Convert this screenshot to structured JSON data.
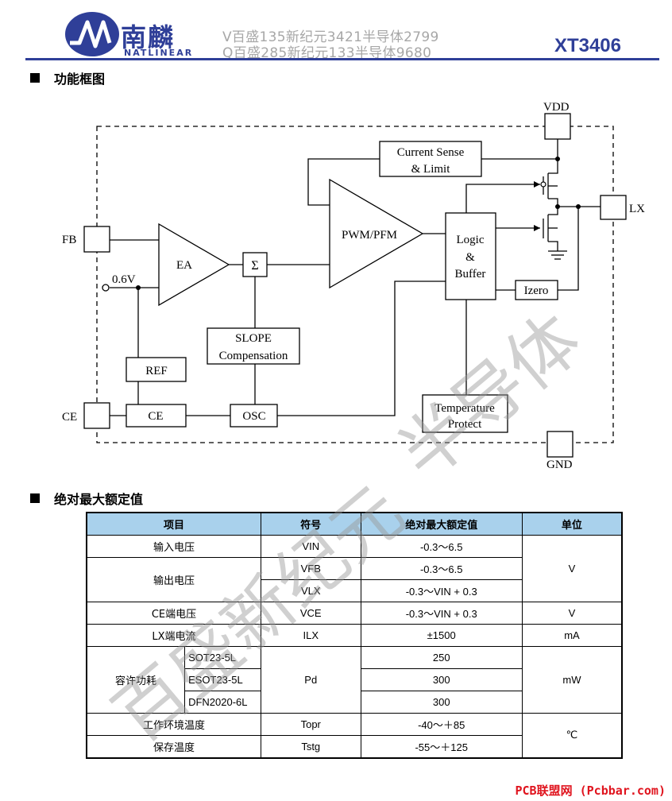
{
  "header": {
    "brand_cn": "南麟",
    "brand_en": "NATLINEAR",
    "promo_line1": "V百盛135新纪元3421半导体2799",
    "promo_line2": "Q百盛285新纪元133半导体9680",
    "part_number": "XT3406",
    "accent_color": "#2f3f98"
  },
  "section1": {
    "title": "功能框图"
  },
  "diagram": {
    "vdd": "VDD",
    "lx": "LX",
    "fb": "FB",
    "ce_pin": "CE",
    "gnd": "GND",
    "vref": "0.6V",
    "current_sense_1": "Current Sense",
    "current_sense_2": "& Limit",
    "pwm": "PWM/PFM",
    "ea": "EA",
    "sum": "Σ",
    "logic_1": "Logic",
    "logic_2": "&",
    "logic_3": "Buffer",
    "izero": "Izero",
    "slope_1": "SLOPE",
    "slope_2": "Compensation",
    "ref": "REF",
    "ce_block": "CE",
    "osc": "OSC",
    "temp_1": "Temperature",
    "temp_2": "Protect"
  },
  "section2": {
    "title": "绝对最大额定值"
  },
  "table": {
    "headers": [
      "项目",
      "符号",
      "绝对最大额定值",
      "单位"
    ],
    "header_color": "#a9d1ec",
    "r1": {
      "item": "输入电压",
      "symbol": "VIN",
      "value": "-0.3～6.5"
    },
    "r2": {
      "item": "输出电压",
      "symbol": "VFB",
      "value": "-0.3～6.5",
      "unit": "V"
    },
    "r3": {
      "symbol": "VLX",
      "value": "-0.3～VIN + 0.3"
    },
    "r4": {
      "item": "CE端电压",
      "symbol": "VCE",
      "value": "-0.3～VIN + 0.3",
      "unit": "V"
    },
    "r5": {
      "item": "LX端电流",
      "symbol": "ILX",
      "value": "±1500",
      "unit": "mA"
    },
    "r6": {
      "item": "容许功耗",
      "sub": "SOT23-5L",
      "symbol": "Pd",
      "value": "250",
      "unit": "mW"
    },
    "r7": {
      "sub": "ESOT23-5L",
      "value": "300"
    },
    "r8": {
      "sub": "DFN2020-6L",
      "value": "300"
    },
    "r9": {
      "item": "工作环境温度",
      "symbol": "Topr",
      "value": "-40～＋85",
      "unit": "℃"
    },
    "r10": {
      "item": "保存温度",
      "symbol": "Tstg",
      "value": "-55～＋125"
    }
  },
  "watermark": {
    "line1": "百盛新纪元",
    "line2": "半导体"
  },
  "footer": {
    "text": "PCB联盟网 (Pcbbar.com)",
    "color": "#e0141e"
  }
}
